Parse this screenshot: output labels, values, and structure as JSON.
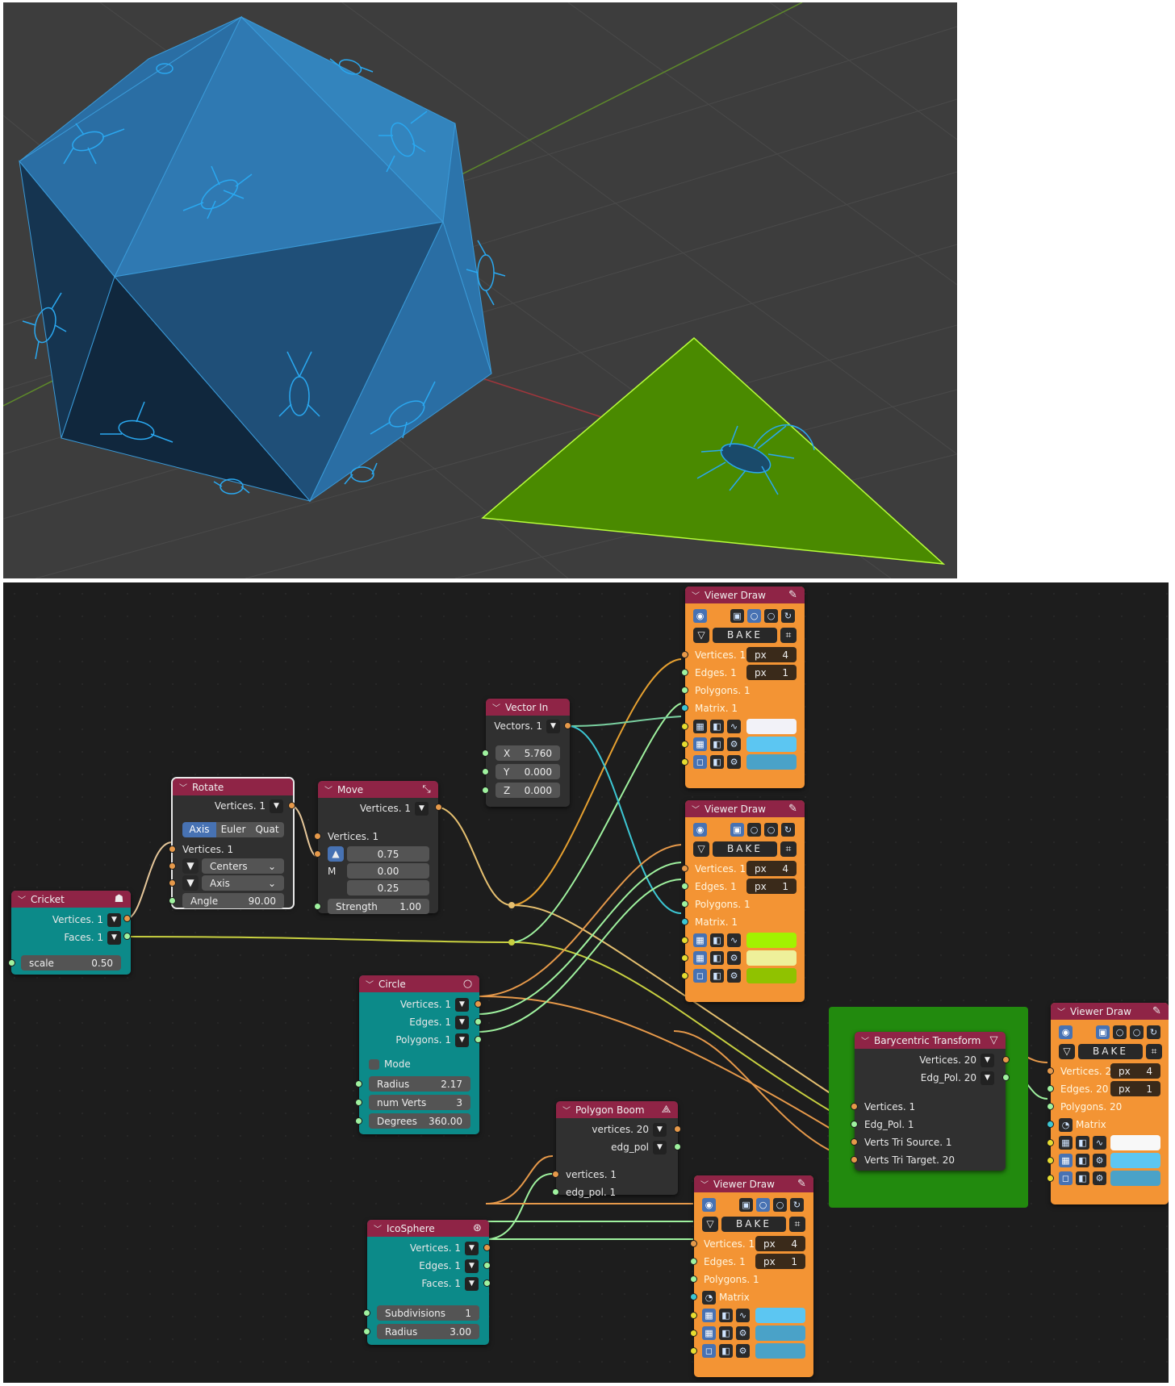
{
  "colors": {
    "node_header": "#8f2446",
    "teal_node": "#0c8a89",
    "orange_node": "#f39434",
    "frame": "#228a0e",
    "socket_vertices": "#e6994a",
    "socket_edges": "#9ff29f",
    "socket_matrix": "#3cc6d3",
    "icosphere": "#2f7ab8",
    "triangle": "#4a8a00",
    "cricket": "#2aa8f0"
  },
  "nodes": {
    "cricket": {
      "title": "Cricket",
      "outputs": [
        "Vertices. 1",
        "Faces. 1"
      ],
      "scale_label": "scale",
      "scale_value": "0.50"
    },
    "rotate": {
      "title": "Rotate",
      "output": "Vertices. 1",
      "modes": [
        "Axis",
        "Euler",
        "Quat"
      ],
      "input": "Vertices. 1",
      "centers": "Centers",
      "axis": "Axis",
      "angle_label": "Angle",
      "angle_value": "90.00"
    },
    "move": {
      "title": "Move",
      "output": "Vertices. 1",
      "input": "Vertices. 1",
      "m_label": "M",
      "values": [
        "0.75",
        "0.00",
        "0.25"
      ],
      "strength_label": "Strength",
      "strength_value": "1.00"
    },
    "vector_in": {
      "title": "Vector In",
      "output": "Vectors. 1",
      "x_label": "X",
      "x_value": "5.760",
      "y_label": "Y",
      "y_value": "0.000",
      "z_label": "Z",
      "z_value": "0.000"
    },
    "circle": {
      "title": "Circle",
      "outputs": [
        "Vertices. 1",
        "Edges. 1",
        "Polygons. 1"
      ],
      "mode_label": "Mode",
      "radius_label": "Radius",
      "radius_value": "2.17",
      "num_label": "num Verts",
      "num_value": "3",
      "degrees_label": "Degrees",
      "degrees_value": "360.00"
    },
    "polygon_boom": {
      "title": "Polygon Boom",
      "outputs": [
        "vertices. 20",
        "edg_pol"
      ],
      "inputs": [
        "vertices. 1",
        "edg_pol. 1"
      ]
    },
    "icosphere": {
      "title": "IcoSphere",
      "outputs": [
        "Vertices. 1",
        "Edges. 1",
        "Faces. 1"
      ],
      "subdiv_label": "Subdivisions",
      "subdiv_value": "1",
      "radius_label": "Radius",
      "radius_value": "3.00"
    },
    "bary": {
      "title": "Barycentric Transform",
      "outputs": [
        "Vertices. 20",
        "Edg_Pol. 20"
      ],
      "inputs": [
        "Vertices. 1",
        "Edg_Pol. 1",
        "Verts Tri Source. 1",
        "Verts Tri Target. 20"
      ]
    },
    "vd1": {
      "title": "Viewer Draw",
      "bake": "BAKE",
      "inputs": [
        "Vertices. 1",
        "Edges. 1",
        "Polygons. 1",
        "Matrix. 1"
      ],
      "px": [
        "px",
        "4",
        "px",
        "1"
      ],
      "swatches": [
        "#f2f2f8",
        "#5cc6f2",
        "#4aa2c8"
      ]
    },
    "vd2": {
      "title": "Viewer Draw",
      "bake": "BAKE",
      "inputs": [
        "Vertices. 1",
        "Edges. 1",
        "Polygons. 1",
        "Matrix. 1"
      ],
      "px": [
        "px",
        "4",
        "px",
        "1"
      ],
      "swatches": [
        "#a2f200",
        "#eef09a",
        "#90c200"
      ]
    },
    "vd3": {
      "title": "Viewer Draw",
      "bake": "BAKE",
      "inputs": [
        "Vertices. 2",
        "Edges. 20",
        "Polygons. 20",
        "Matrix"
      ],
      "px": [
        "px",
        "4",
        "px",
        "1"
      ],
      "swatches": [
        "#f8f8f8",
        "#5cc6f2",
        "#4aa2c8"
      ]
    },
    "vd4": {
      "title": "Viewer Draw",
      "bake": "BAKE",
      "inputs": [
        "Vertices. 1",
        "Edges. 1",
        "Polygons. 1",
        "Matrix"
      ],
      "px": [
        "px",
        "4",
        "px",
        "1"
      ],
      "swatches": [
        "#5cc6f2",
        "#4aa2c8",
        "#4aa2c8"
      ]
    }
  }
}
